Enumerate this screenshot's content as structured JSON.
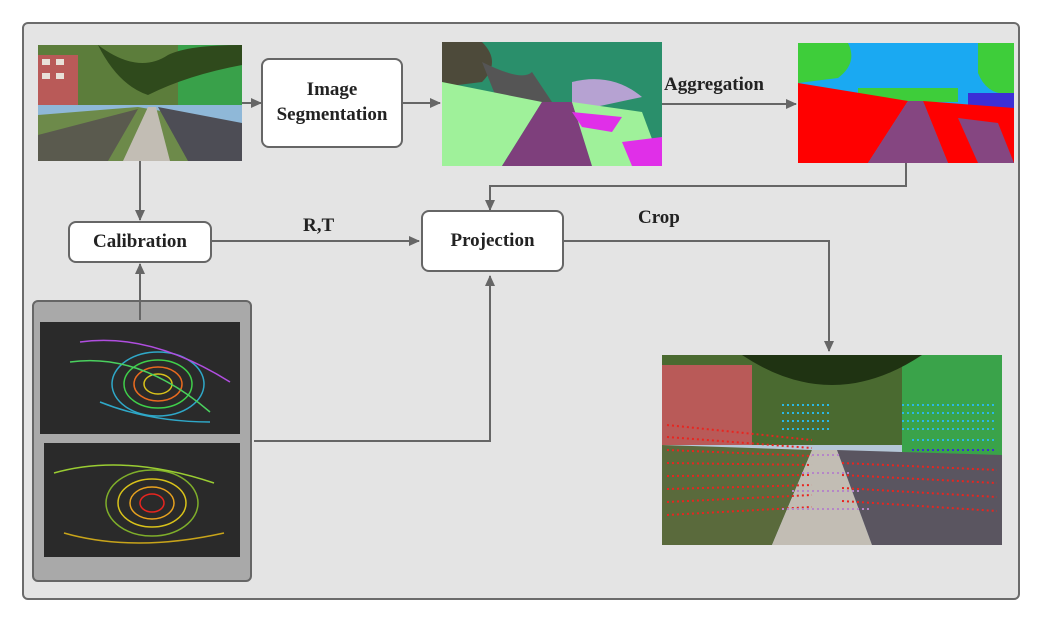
{
  "nodes": {
    "segmentation": {
      "line1": "Image",
      "line2": "Segmentation"
    },
    "calibration": "Calibration",
    "projection": "Projection"
  },
  "edge_labels": {
    "aggregation": "Aggregation",
    "rt": "R,T",
    "crop": "Crop"
  },
  "images": {
    "camera": "camera-image",
    "segmented": "segmentation-image",
    "aggregated": "aggregated-segmentation-image",
    "lidar_top": "lidar-scan-top",
    "lidar_bottom": "lidar-scan-bottom",
    "projected": "projected-points-image"
  },
  "colors": {
    "panel_bg": "#e4e4e4",
    "border": "#666666",
    "seg_teal": "#2a8f6b",
    "seg_green": "#9ff19a",
    "seg_purple": "#7e3f7c",
    "seg_magenta": "#e02fe8",
    "agg_sky": "#1aa9f2",
    "agg_red": "#ff0000",
    "agg_purple": "#854681",
    "agg_green": "#3ecd3a",
    "agg_blue": "#3b2fd6",
    "lidar_bg": "#2a2a2a",
    "point_red": "#e8251f",
    "point_cyan": "#2ab8e6"
  }
}
